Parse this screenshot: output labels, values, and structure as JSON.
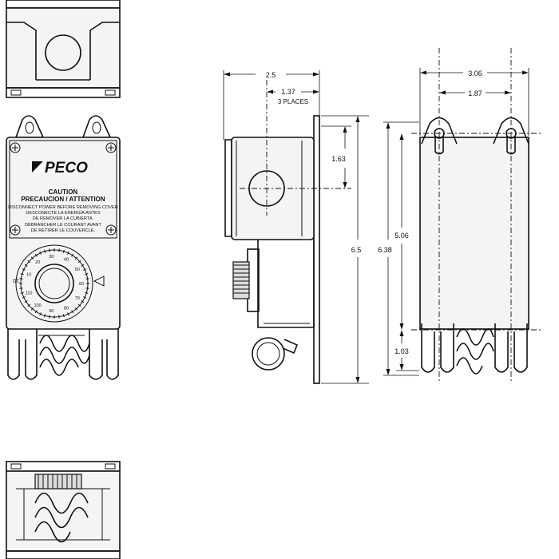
{
  "brand": "PECO",
  "warning_label": {
    "line1": "CAUTION",
    "line2": "PRECAUCION / ATTENTION",
    "line3": "DISCONNECT POWER BEFORE REMOVING COVER",
    "line4": "DESCONECTE LA ENERGÍA ANTES",
    "line5": "DE REMOVER LA CUBIERTA.",
    "line6": "DÉBRANCHER LE COURANT AVANT",
    "line7": "DE RETIRER LE COUVERCLE."
  },
  "dial": {
    "marks": [
      "10",
      "20",
      "30",
      "40",
      "50",
      "60",
      "70",
      "80",
      "90",
      "100",
      "110"
    ],
    "side_mark": "10"
  },
  "dimensions": {
    "overall_width_side": "2.5",
    "hole_offset": "1.37",
    "hole_offset_note": "3 PLACES",
    "hole_vertical": "1.63",
    "overall_height": "6.5",
    "mount_height": "6.38",
    "slot_spacing": "5.06",
    "bottom_offset": "1.03",
    "overall_width_back": "3.06",
    "slot_center_width": "1.87"
  }
}
